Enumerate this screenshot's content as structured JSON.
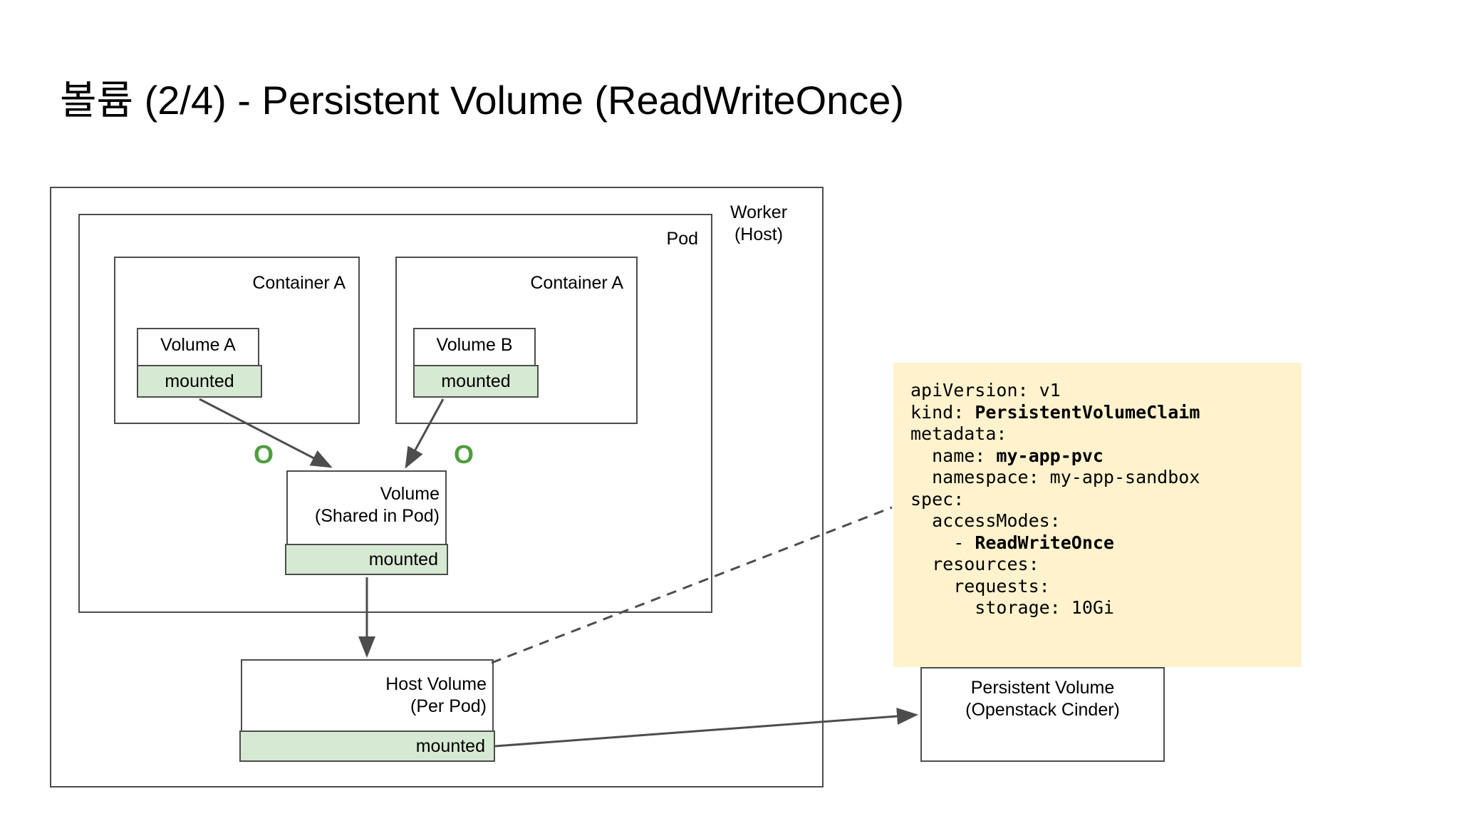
{
  "slide": {
    "title": "볼륨 (2/4) - Persistent Volume (ReadWriteOnce)"
  },
  "diagram": {
    "worker_label": "Worker\n(Host)",
    "pod_label": "Pod",
    "containers": [
      {
        "label": "Container A",
        "volume_title": "Volume A",
        "volume_state": "mounted"
      },
      {
        "label": "Container A",
        "volume_title": "Volume B",
        "volume_state": "mounted"
      }
    ],
    "shared_volume": {
      "label": "Volume\n(Shared in Pod)",
      "state": "mounted"
    },
    "host_volume": {
      "label": "Host Volume\n(Per Pod)",
      "state": "mounted"
    },
    "persistent_volume": {
      "label": "Persistent Volume\n(Openstack Cinder)"
    },
    "markers": [
      {
        "symbol": "O",
        "meaning": "mount-allowed-marker-left"
      },
      {
        "symbol": "O",
        "meaning": "mount-allowed-marker-right"
      }
    ],
    "colors": {
      "mounted_fill": "#d6e8d2",
      "note_fill": "#fff2cc",
      "stroke": "#4d4d4d",
      "marker_green": "#4f9e3e"
    }
  },
  "yaml_note": {
    "lines": [
      {
        "text": "apiVersion: v1",
        "bold_part": ""
      },
      {
        "text": "kind: ",
        "bold_part": "PersistentVolumeClaim"
      },
      {
        "text": "metadata:",
        "bold_part": ""
      },
      {
        "text": "  name: ",
        "bold_part": "my-app-pvc"
      },
      {
        "text": "  namespace: my-app-sandbox",
        "bold_part": ""
      },
      {
        "text": "spec:",
        "bold_part": ""
      },
      {
        "text": "  accessModes:",
        "bold_part": ""
      },
      {
        "text": "    - ",
        "bold_part": "ReadWriteOnce"
      },
      {
        "text": "  resources:",
        "bold_part": ""
      },
      {
        "text": "    requests:",
        "bold_part": ""
      },
      {
        "text": "      storage: 10Gi",
        "bold_part": ""
      }
    ]
  }
}
